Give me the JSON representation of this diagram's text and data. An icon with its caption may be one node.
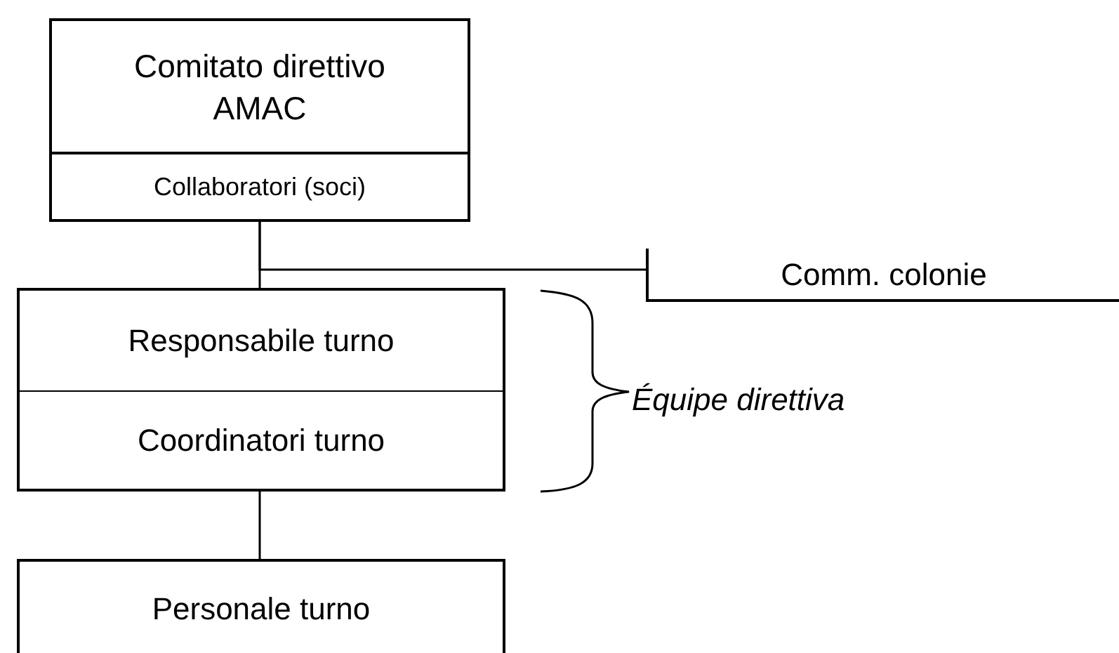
{
  "diagram": {
    "nodes": [
      {
        "text": [
          "Comitato direttivo AMAC",
          "Collaboratori (soci)"
        ]
      },
      {
        "text": [
          "Comm. colonie"
        ]
      },
      {
        "text": [],
        "shape": "box"
      },
      {
        "text": [
          "Responsabile turno"
        ],
        "in": 2
      },
      {
        "text": [
          "Coordinatori turno"
        ],
        "in": 2
      },
      {
        "text": [
          "Personale turno"
        ]
      }
    ],
    "edges": [
      {
        "from": 0,
        "to": 2,
        "arrow": "none"
      },
      {
        "from": 0,
        "to": 1,
        "arrow": "none"
      },
      {
        "from": 2,
        "to": 5,
        "arrow": "none"
      }
    ],
    "labels": [
      "Équipe direttiva"
    ]
  }
}
